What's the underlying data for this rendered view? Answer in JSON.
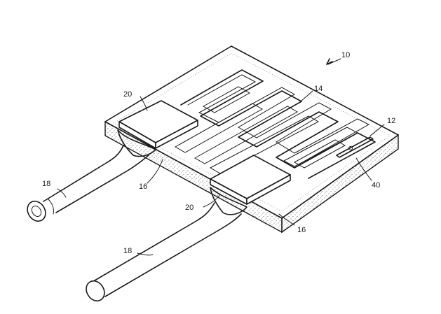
{
  "figure": {
    "reference_labels": {
      "device": "10",
      "substrate": "12",
      "resistor_pattern": "14",
      "solder_left": "16",
      "solder_right": "16",
      "lead_left": "18",
      "lead_right": "18",
      "pad_left": "20",
      "pad_right": "20",
      "trim_slot": "40"
    }
  }
}
